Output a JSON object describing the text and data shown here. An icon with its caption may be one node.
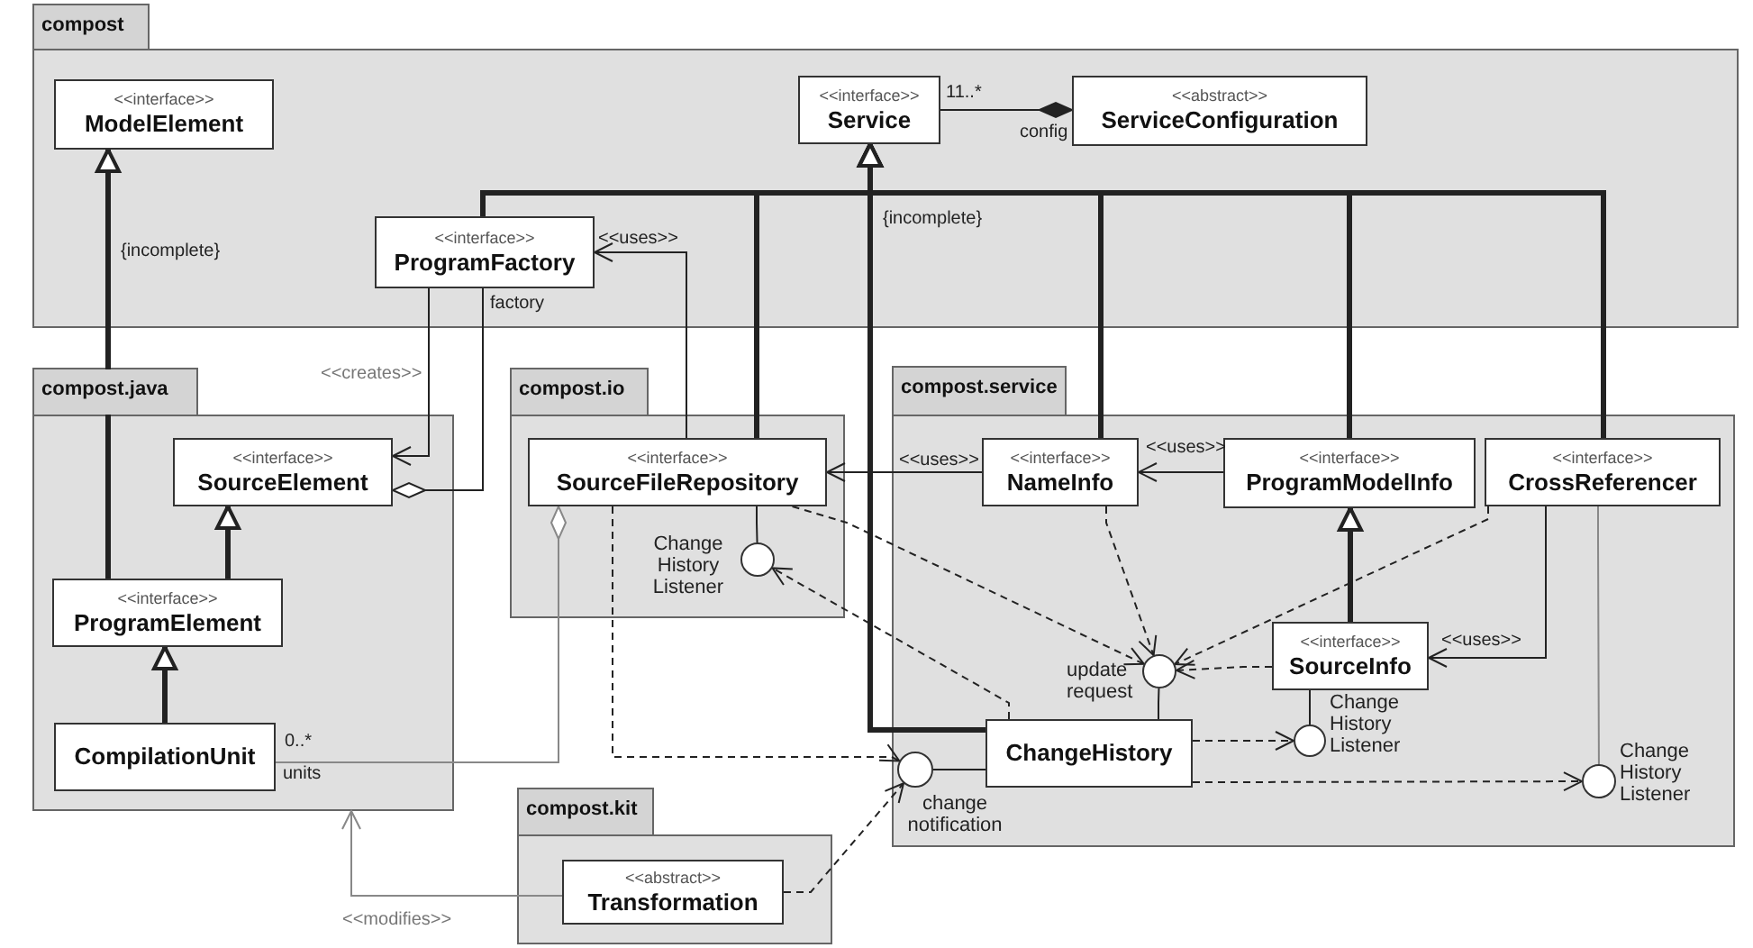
{
  "diagram": {
    "nodes": [
      {
        "text": [
          "compost"
        ]
      },
      {
        "text": [
          "<<interface>>",
          "ModelElement"
        ],
        "in": 0
      },
      {
        "text": [
          "<<interface>>",
          "Service"
        ],
        "in": 0
      },
      {
        "text": [
          "<<abstract>>",
          "ServiceConfiguration"
        ],
        "in": 0
      },
      {
        "text": [
          "<<interface>>",
          "ProgramFactory"
        ],
        "in": 0
      },
      {
        "text": [
          "compost.java"
        ]
      },
      {
        "text": [
          "<<interface>>",
          "SourceElement"
        ],
        "in": 5
      },
      {
        "text": [
          "<<interface>>",
          "ProgramElement"
        ],
        "in": 5
      },
      {
        "text": [
          "CompilationUnit"
        ],
        "in": 5
      },
      {
        "text": [
          "compost.io"
        ]
      },
      {
        "text": [
          "<<interface>>",
          "SourceFileRepository"
        ],
        "in": 9
      },
      {
        "text": [],
        "shape": "circle",
        "in": 9,
        "beside": [
          "Change History Listener"
        ]
      },
      {
        "text": [
          "compost.service"
        ]
      },
      {
        "text": [
          "<<interface>>",
          "NameInfo"
        ],
        "in": 12
      },
      {
        "text": [
          "<<interface>>",
          "ProgramModelInfo"
        ],
        "in": 12
      },
      {
        "text": [
          "<<interface>>",
          "CrossReferencer"
        ],
        "in": 12
      },
      {
        "text": [],
        "shape": "circle",
        "in": 12,
        "beside": [
          "update request"
        ]
      },
      {
        "text": [
          "<<interface>>",
          "SourceInfo"
        ],
        "in": 12
      },
      {
        "text": [
          "ChangeHistory"
        ],
        "in": 12
      },
      {
        "text": [],
        "shape": "circle",
        "in": 12,
        "beside": [
          "change notification"
        ]
      },
      {
        "text": [],
        "shape": "circle",
        "in": 12,
        "beside": [
          "Change History Listener"
        ]
      },
      {
        "text": [],
        "shape": "circle",
        "in": 12,
        "beside": [
          "Change History Listener"
        ]
      },
      {
        "text": [
          "compost.kit"
        ]
      },
      {
        "text": [
          "<<abstract>>",
          "Transformation"
        ],
        "in": 22
      }
    ],
    "edges": [
      {
        "from": 7,
        "to": 1,
        "arrow": "to",
        "style": "thick",
        "label": "{incomplete}"
      },
      {
        "from": 4,
        "to": 2,
        "arrow": "to",
        "style": "thick"
      },
      {
        "from": 10,
        "to": 2,
        "arrow": "to",
        "style": "thick"
      },
      {
        "from": 13,
        "to": 2,
        "arrow": "to",
        "style": "thick"
      },
      {
        "from": 14,
        "to": 2,
        "arrow": "to",
        "style": "thick"
      },
      {
        "from": 15,
        "to": 2,
        "arrow": "to",
        "style": "thick"
      },
      {
        "from": 18,
        "to": 2,
        "arrow": "to",
        "style": "thick",
        "label": "{incomplete}"
      },
      {
        "from": 3,
        "to": 2,
        "arrow": "other",
        "label": "config"
      },
      {
        "from": 10,
        "to": 4,
        "arrow": "to",
        "label": "<<uses>>"
      },
      {
        "from": 4,
        "to": 6,
        "arrow": "to",
        "label": "<<creates>>"
      },
      {
        "from": 6,
        "to": 4,
        "arrow": "other",
        "label": "factory"
      },
      {
        "from": 7,
        "to": 6,
        "arrow": "to",
        "style": "thick"
      },
      {
        "from": 8,
        "to": 7,
        "arrow": "to",
        "style": "thick"
      },
      {
        "from": 10,
        "to": 8,
        "arrow": "other",
        "color": "#888888",
        "label": "units"
      },
      {
        "from": 13,
        "to": 10,
        "arrow": "to",
        "label": "<<uses>>"
      },
      {
        "from": 14,
        "to": 13,
        "arrow": "to",
        "label": "<<uses>>"
      },
      {
        "from": 17,
        "to": 14,
        "arrow": "to",
        "style": "thick"
      },
      {
        "from": 15,
        "to": 17,
        "arrow": "to",
        "label": "<<uses>>"
      },
      {
        "from": 15,
        "to": 21,
        "arrow": "none",
        "color": "#888888"
      },
      {
        "from": 17,
        "to": 20,
        "arrow": "none"
      },
      {
        "from": 10,
        "to": 11,
        "arrow": "none"
      },
      {
        "from": 18,
        "to": 16,
        "arrow": "none"
      },
      {
        "from": 18,
        "to": 19,
        "arrow": "none"
      },
      {
        "from": 13,
        "to": 16,
        "arrow": "to",
        "style": "dashed"
      },
      {
        "from": 15,
        "to": 16,
        "arrow": "to",
        "style": "dashed"
      },
      {
        "from": 17,
        "to": 16,
        "arrow": "to",
        "style": "dashed"
      },
      {
        "from": 10,
        "to": 16,
        "arrow": "to",
        "style": "dashed"
      },
      {
        "from": 18,
        "to": 11,
        "arrow": "to",
        "style": "dashed"
      },
      {
        "from": 18,
        "to": 20,
        "arrow": "to",
        "style": "dashed"
      },
      {
        "from": 18,
        "to": 21,
        "arrow": "to",
        "style": "dashed"
      },
      {
        "from": 10,
        "to": 19,
        "arrow": "to",
        "style": "dashed"
      },
      {
        "from": 23,
        "to": 19,
        "arrow": "to",
        "style": "dashed"
      },
      {
        "from": 23,
        "to": 5,
        "arrow": "to",
        "color": "#888888",
        "label": "<<modifies>>"
      }
    ],
    "labels": [
      "11..*",
      "0..*"
    ]
  }
}
